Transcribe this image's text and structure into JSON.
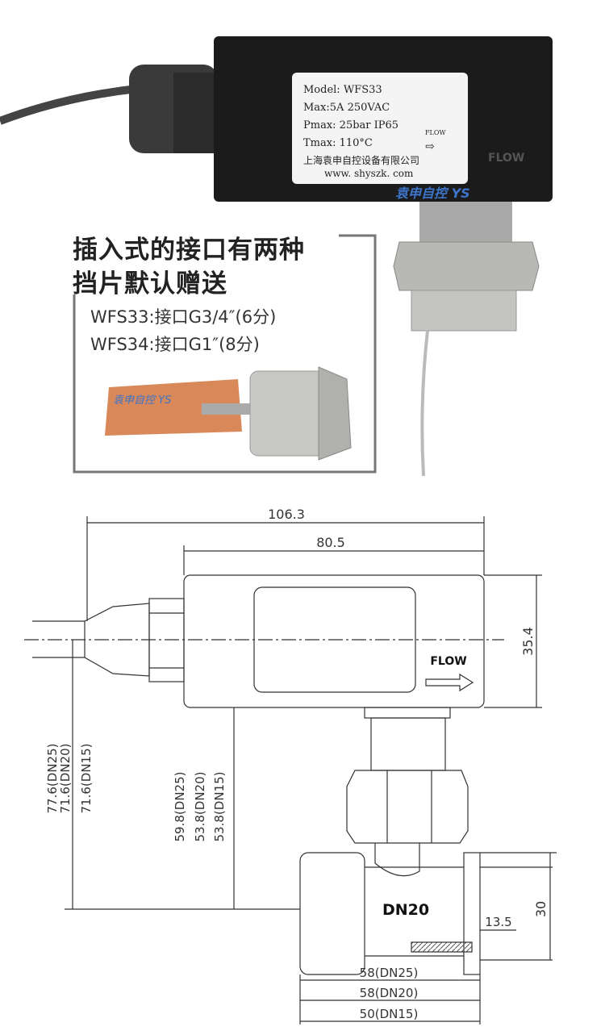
{
  "product_photo": {
    "label": {
      "model": "Model: WFS33",
      "max": "Max:5A 250VAC",
      "pmax": "Pmax: 25bar  IP65",
      "tmax": "Tmax: 110°C",
      "flow": "FLOW",
      "company": "上海袁申自控设备有限公司",
      "website": "www. shyszk. com"
    },
    "housing_flow_mark": "FLOW",
    "watermark": "袁申自控 YS"
  },
  "callout": {
    "heading_line1": "插入式的接口有两种",
    "heading_line2": "挡片默认赠送",
    "spec_wfs33": "WFS33:接口G3/4″(6分)",
    "spec_wfs34": "WFS34:接口G1″(8分)",
    "watermark": "袁申自控 YS"
  },
  "drawing": {
    "overall_length": "106.3",
    "body_length": "80.5",
    "body_height": "35.4",
    "flow_label": "FLOW",
    "pipe_size": "DN20",
    "port_height": "30",
    "thread_depth": "13.5",
    "left_heights": [
      "77.6(DN25)",
      "71.6(DN20)",
      "71.6(DN15)"
    ],
    "inner_heights": [
      "59.8(DN25)",
      "53.8(DN20)",
      "53.8(DN15)"
    ],
    "tee_lengths": [
      "58(DN25)",
      "58(DN20)",
      "50(DN15)"
    ]
  }
}
